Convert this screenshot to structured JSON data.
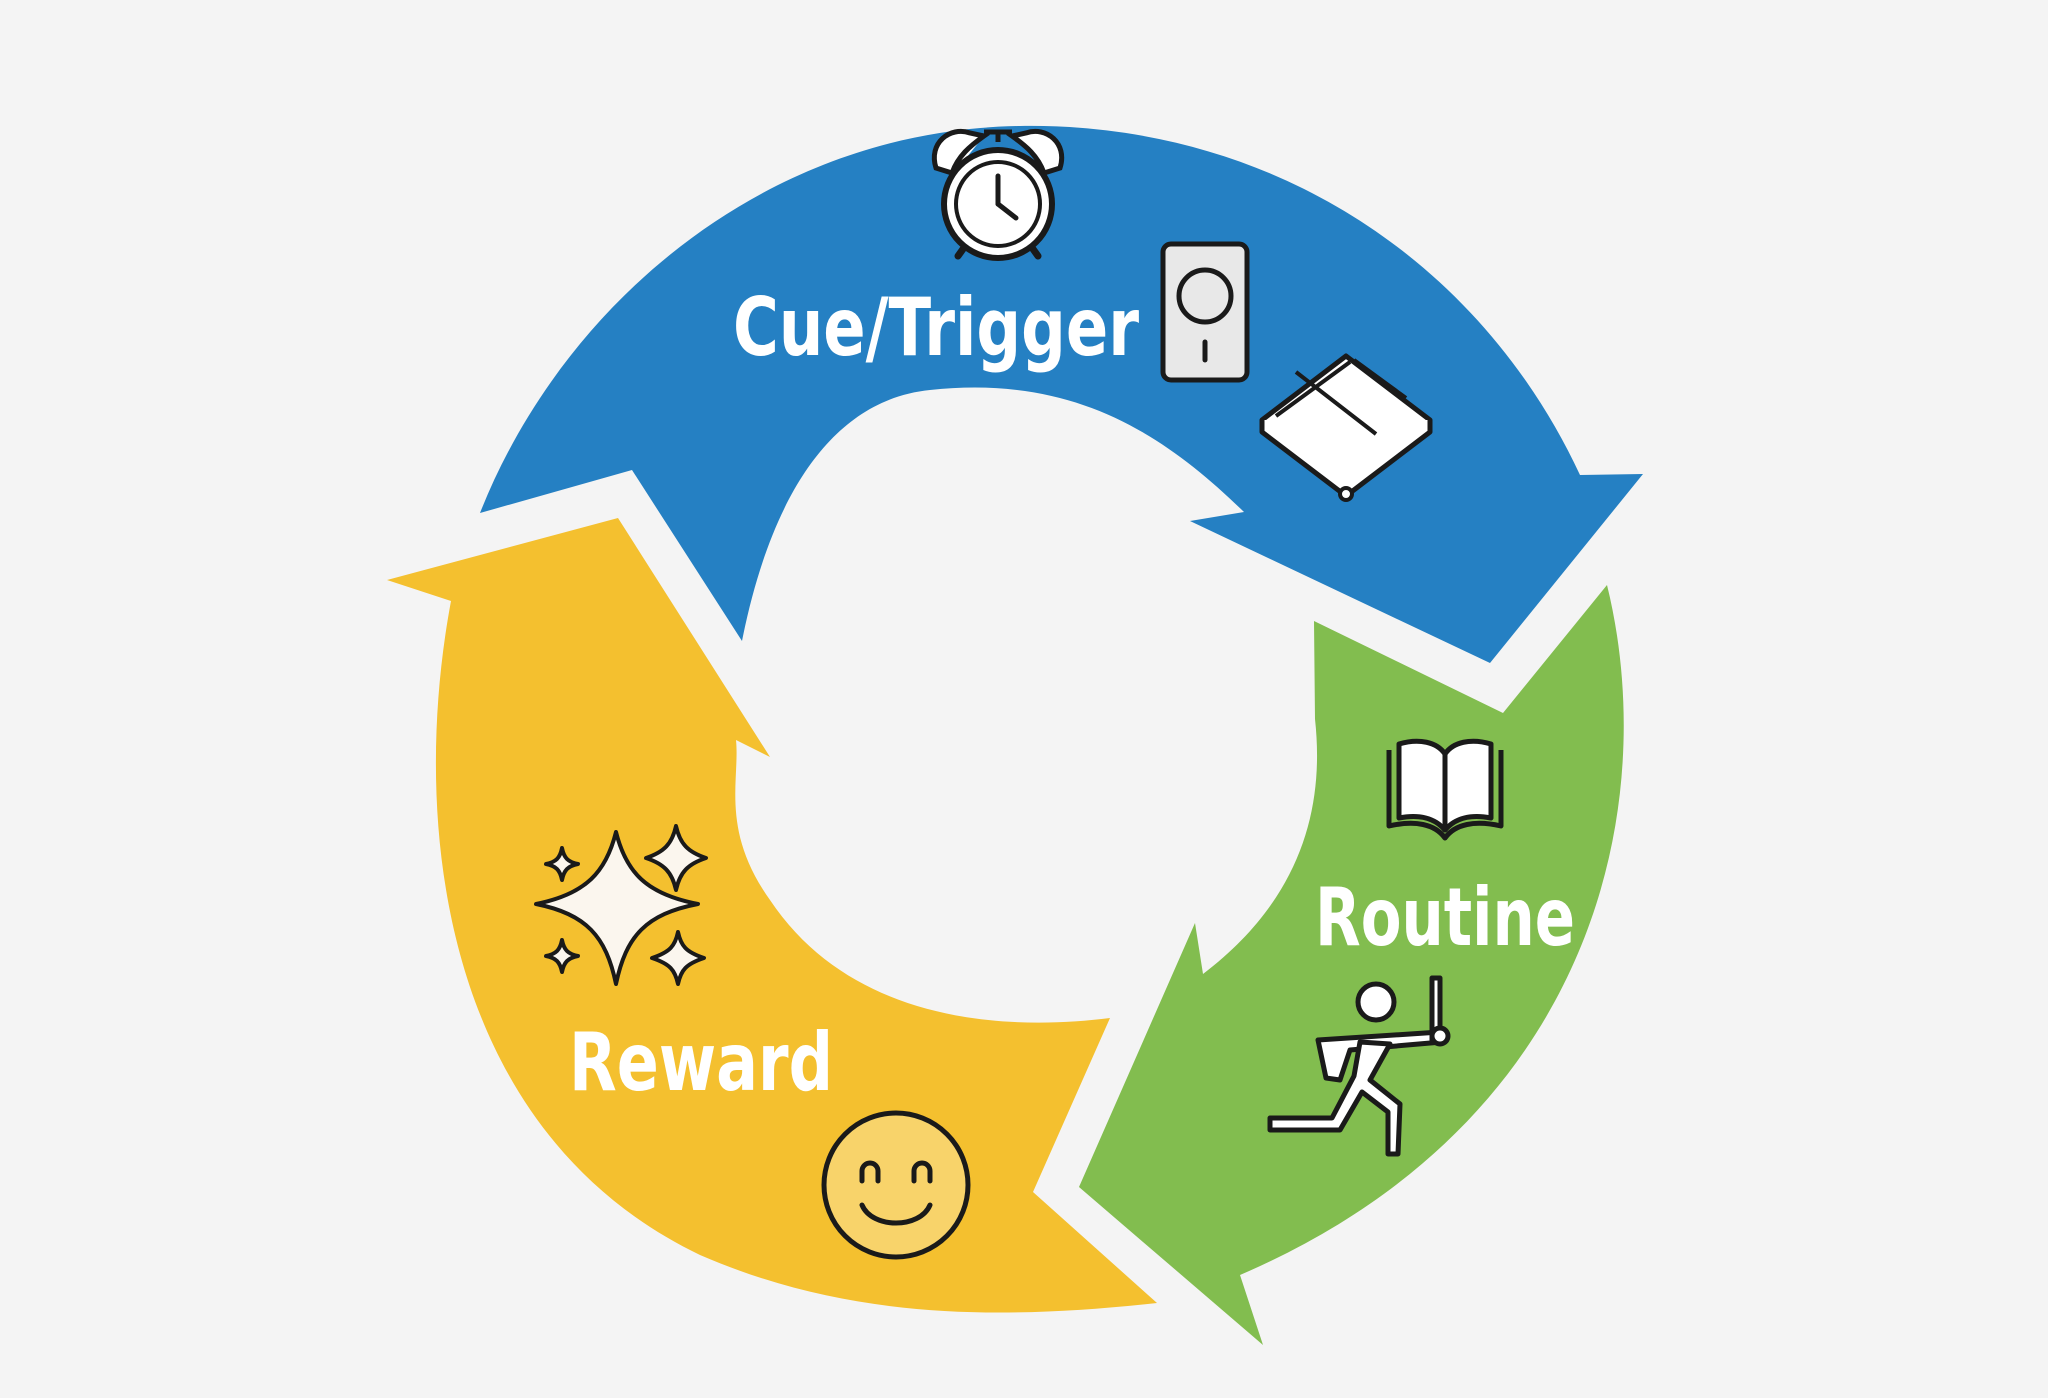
{
  "stages": [
    {
      "id": "cue",
      "label": "Cue/Trigger",
      "color": "#2580c3",
      "icons": [
        "alarm-clock-icon",
        "light-switch-icon",
        "closed-book-icon"
      ]
    },
    {
      "id": "routine",
      "label": "Routine",
      "color": "#82bd4f",
      "icons": [
        "open-book-icon",
        "running-person-icon"
      ]
    },
    {
      "id": "reward",
      "label": "Reward",
      "color": "#f4c02f",
      "icons": [
        "sparkles-icon",
        "smiley-face-icon"
      ]
    }
  ],
  "colors": {
    "background": "#f4f4f4",
    "outline": "#1a1a1a",
    "icon_fill": "#ffffff",
    "smiley_fill": "#f8d36a"
  }
}
